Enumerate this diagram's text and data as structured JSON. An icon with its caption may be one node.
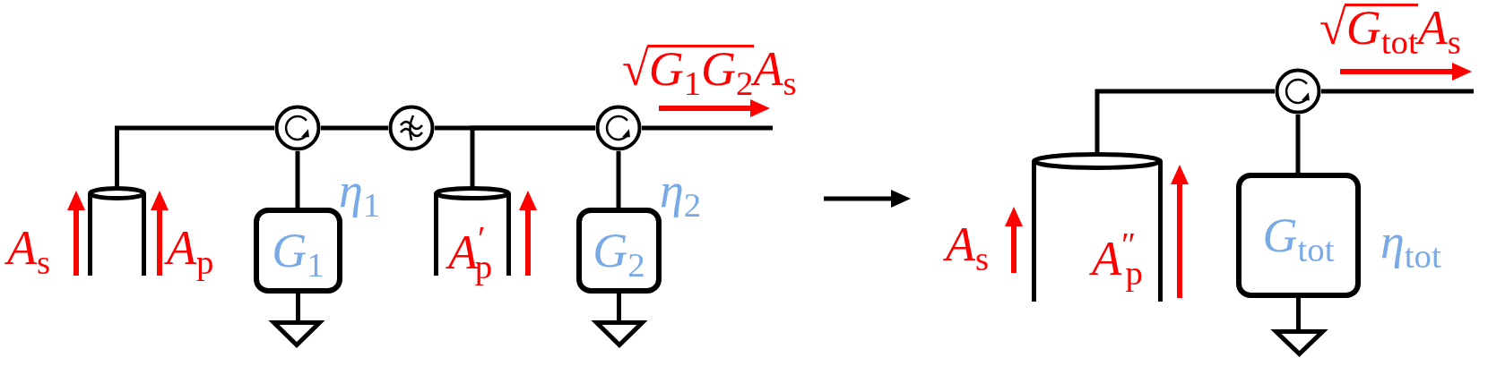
{
  "diagram": {
    "nodes": [
      {
        "text": [],
        "shape": "cylinder"
      },
      {
        "text": [],
        "shape": "circle"
      },
      {
        "text": [
          "*G*$_{1}$"
        ],
        "beside": [
          "*η*$_{1}$"
        ]
      },
      {
        "text": [],
        "shape": "triangle"
      },
      {
        "text": [],
        "shape": "circle"
      },
      {
        "text": [],
        "shape": "cylinder"
      },
      {
        "text": [],
        "shape": "circle"
      },
      {
        "text": [
          "*G*$_{2}$"
        ],
        "beside": [
          "*η*$_{2}$"
        ]
      },
      {
        "text": [],
        "shape": "triangle"
      },
      {
        "text": [],
        "shape": "cylinder"
      },
      {
        "text": [],
        "shape": "circle"
      },
      {
        "text": [
          "*G*$_{tot}$"
        ],
        "beside": [
          "*η*$_{tot}$"
        ]
      },
      {
        "text": [],
        "shape": "triangle"
      }
    ],
    "edges": [
      {
        "from": 0,
        "to": 1,
        "arrow": "none"
      },
      {
        "from": 1,
        "to": 2,
        "arrow": "none"
      },
      {
        "from": 2,
        "to": 3,
        "arrow": "none"
      },
      {
        "from": 1,
        "to": 4,
        "arrow": "none"
      },
      {
        "from": 4,
        "to": 6,
        "arrow": "none"
      },
      {
        "from": 5,
        "to": 6,
        "arrow": "none"
      },
      {
        "from": 6,
        "to": 7,
        "arrow": "none"
      },
      {
        "from": 7,
        "to": 8,
        "arrow": "none"
      },
      {
        "from": 6,
        "to": null,
        "arrow": "none"
      },
      {
        "from": 9,
        "to": 10,
        "arrow": "none"
      },
      {
        "from": 10,
        "to": 11,
        "arrow": "none"
      },
      {
        "from": 11,
        "to": 12,
        "arrow": "none"
      },
      {
        "from": 10,
        "to": null,
        "arrow": "none"
      }
    ],
    "labels": [
      "√*G*$_{1}$*G*$_{2}$*A*$_{s}$",
      "*A*$_{s}$",
      "*A*$_{p}$",
      "*A*$^{′}$$_{p}$",
      "√*G*$_{tot}$*A*$_{s}$",
      "*A*$_{s}$",
      "*A*$^{″}$$_{p}$"
    ]
  }
}
